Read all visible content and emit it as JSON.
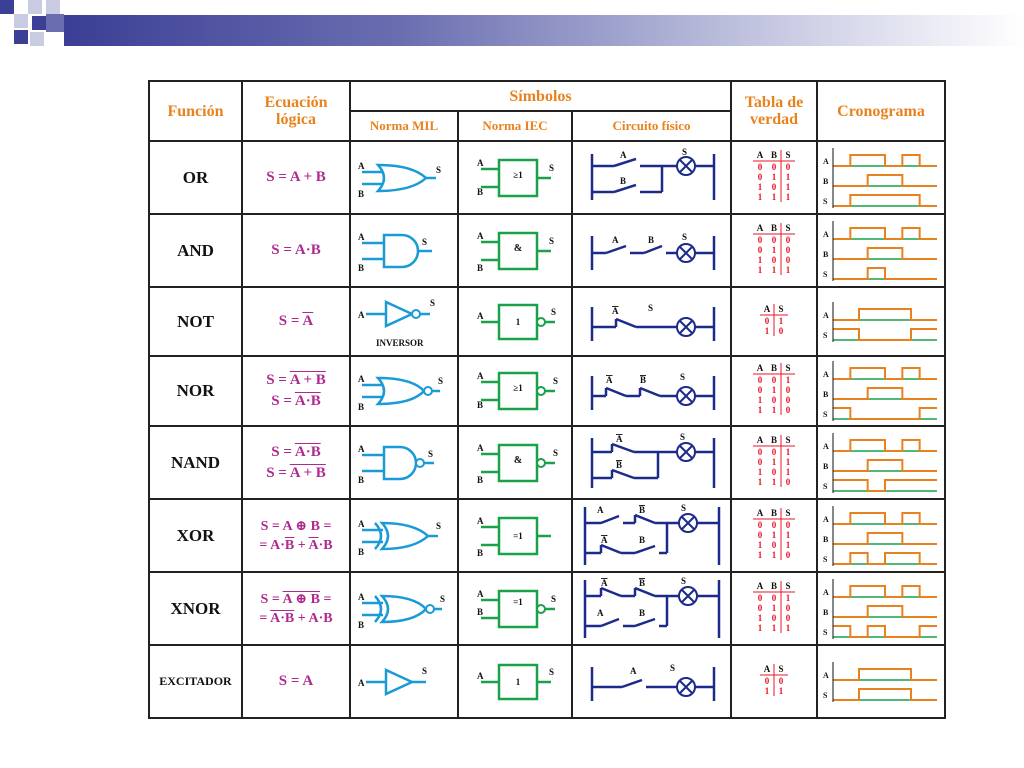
{
  "headers": {
    "funcion": "Función",
    "ecuacion_l1": "Ecuación",
    "ecuacion_l2": "lógica",
    "simbolos": "Símbolos",
    "norma_mil": "Norma MIL",
    "norma_iec": "Norma IEC",
    "circuito": "Circuito físico",
    "tabla_l1": "Tabla de",
    "tabla_l2": "verdad",
    "cronograma": "Cronograma"
  },
  "labels": {
    "a": "A",
    "b": "B",
    "s": "S",
    "a_bar": "A",
    "b_bar": "B",
    "inversor": "INVERSOR"
  },
  "iec_labels": {
    "or": "≥1",
    "and": "&",
    "not": "1",
    "nor": "≥1",
    "nand": "&",
    "xor": "=1",
    "xnor": "=1",
    "buf": "1"
  },
  "rows": [
    {
      "func": "OR",
      "eq1_pre": "S = A + B"
    },
    {
      "func": "AND",
      "eq1_pre": "S = A·B"
    },
    {
      "func": "NOT",
      "eq1_pre": "S = ",
      "eq1_bar": "A"
    },
    {
      "func": "NOR",
      "eq1_pre": "S = ",
      "eq1_bar": "A + B",
      "eq2_pre": "S = ",
      "eq2_bar": "A·B"
    },
    {
      "func": "NAND",
      "eq1_pre": "S = ",
      "eq1_bar": "A·B",
      "eq2_pre": "S = ",
      "eq2_bar": "A + B"
    },
    {
      "func": "XOR",
      "eq1": "S = A ⊕ B =",
      "eq2_pre": "= A·",
      "eq2_bar1": "B",
      "eq2_mid": " + ",
      "eq2_bar2": "A",
      "eq2_post": "·B"
    },
    {
      "func": "XNOR",
      "eq1_pre": "S = ",
      "eq1_bar": "A ⊕ B",
      "eq1_post": " =",
      "eq2_pre": "= ",
      "eq2_bar": "A·B",
      "eq2_post": " + A·B"
    },
    {
      "func": "EXCITADOR",
      "eq1_pre": "S = A"
    }
  ],
  "truth_tables": {
    "or": {
      "head": [
        "A",
        "B",
        "S"
      ],
      "rows": [
        [
          "0",
          "0",
          "0"
        ],
        [
          "0",
          "1",
          "1"
        ],
        [
          "1",
          "0",
          "1"
        ],
        [
          "1",
          "1",
          "1"
        ]
      ]
    },
    "and": {
      "head": [
        "A",
        "B",
        "S"
      ],
      "rows": [
        [
          "0",
          "0",
          "0"
        ],
        [
          "0",
          "1",
          "0"
        ],
        [
          "1",
          "0",
          "0"
        ],
        [
          "1",
          "1",
          "1"
        ]
      ]
    },
    "not": {
      "head": [
        "A",
        "S"
      ],
      "rows": [
        [
          "0",
          "1"
        ],
        [
          "1",
          "0"
        ]
      ]
    },
    "nor": {
      "head": [
        "A",
        "B",
        "S"
      ],
      "rows": [
        [
          "0",
          "0",
          "1"
        ],
        [
          "0",
          "1",
          "0"
        ],
        [
          "1",
          "0",
          "0"
        ],
        [
          "1",
          "1",
          "0"
        ]
      ]
    },
    "nand": {
      "head": [
        "A",
        "B",
        "S"
      ],
      "rows": [
        [
          "0",
          "0",
          "1"
        ],
        [
          "0",
          "1",
          "1"
        ],
        [
          "1",
          "0",
          "1"
        ],
        [
          "1",
          "1",
          "0"
        ]
      ]
    },
    "xor": {
      "head": [
        "A",
        "B",
        "S"
      ],
      "rows": [
        [
          "0",
          "0",
          "0"
        ],
        [
          "0",
          "1",
          "1"
        ],
        [
          "1",
          "0",
          "1"
        ],
        [
          "1",
          "1",
          "0"
        ]
      ]
    },
    "xnor": {
      "head": [
        "A",
        "B",
        "S"
      ],
      "rows": [
        [
          "0",
          "0",
          "1"
        ],
        [
          "0",
          "1",
          "0"
        ],
        [
          "1",
          "0",
          "0"
        ],
        [
          "1",
          "1",
          "1"
        ]
      ]
    },
    "exc": {
      "head": [
        "A",
        "S"
      ],
      "rows": [
        [
          "0",
          "0"
        ],
        [
          "1",
          "1"
        ]
      ]
    }
  },
  "colors": {
    "mil": "#1a9ad6",
    "iec": "#1aa14a",
    "circuit": "#1c2a8a",
    "equation": "#b0298f",
    "header": "#e8821e",
    "table_text": "#e8152a",
    "chrono_wave": "#e8821e",
    "chrono_axis": "#1aa14a"
  }
}
